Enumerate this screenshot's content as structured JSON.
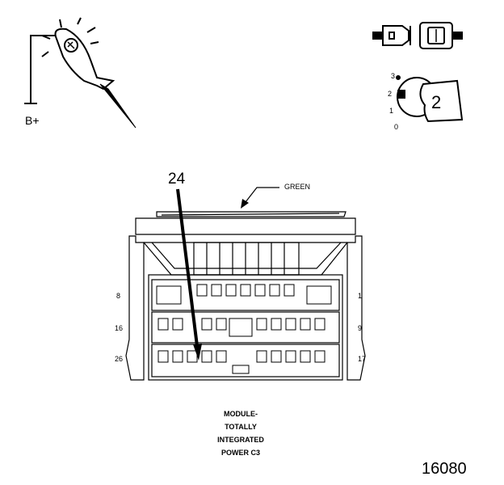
{
  "probe": {
    "supply_label": "B+"
  },
  "switch": {
    "positions": [
      "3",
      "2",
      "1",
      "0"
    ],
    "selected": "2"
  },
  "connector": {
    "callout": "24",
    "wire_color": "GREEN",
    "pin_labels": {
      "row1_left": "8",
      "row1_right": "1",
      "row2_left": "16",
      "row2_right": "9",
      "row3_left": "26",
      "row3_right": "17"
    },
    "caption": [
      "MODULE-",
      "TOTALLY",
      "INTEGRATED",
      "POWER C3"
    ]
  },
  "figure_number": "16080"
}
